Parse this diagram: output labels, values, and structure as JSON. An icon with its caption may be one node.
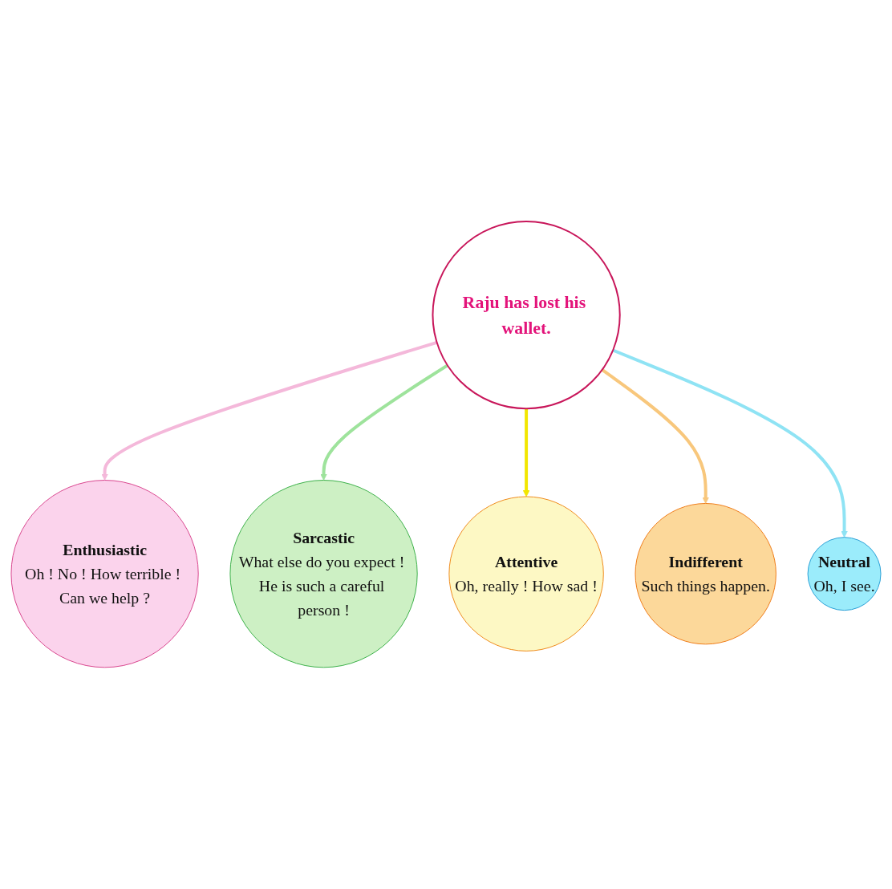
{
  "diagram": {
    "nodes": [
      {
        "text": [
          "Enthusiastic",
          "Oh ! No ! How terrible ! Can we help ?"
        ]
      },
      {
        "text": [
          "Sarcastic",
          "What else do you expect ! He is such a careful person !"
        ]
      },
      {
        "text": [
          "Indifferent",
          "Such things happen."
        ]
      },
      {
        "text": [
          "Attentive",
          "Oh, really ! How sad !"
        ]
      },
      {
        "text": [
          "Raju has lost his wallet."
        ]
      },
      {
        "text": [
          "Neutral",
          "Oh, I see."
        ]
      }
    ],
    "edges": [
      {
        "from": 4,
        "to": 0,
        "arrow": "to",
        "color": "#f4b8da"
      },
      {
        "from": 4,
        "to": 1,
        "arrow": "to",
        "color": "#9ee39c"
      },
      {
        "from": 4,
        "to": 3,
        "arrow": "to",
        "color": "#f2e600"
      },
      {
        "from": 4,
        "to": 2,
        "arrow": "to",
        "color": "#f8c77c"
      },
      {
        "from": 4,
        "to": 5,
        "arrow": "to",
        "color": "#8fe3f4"
      }
    ]
  }
}
